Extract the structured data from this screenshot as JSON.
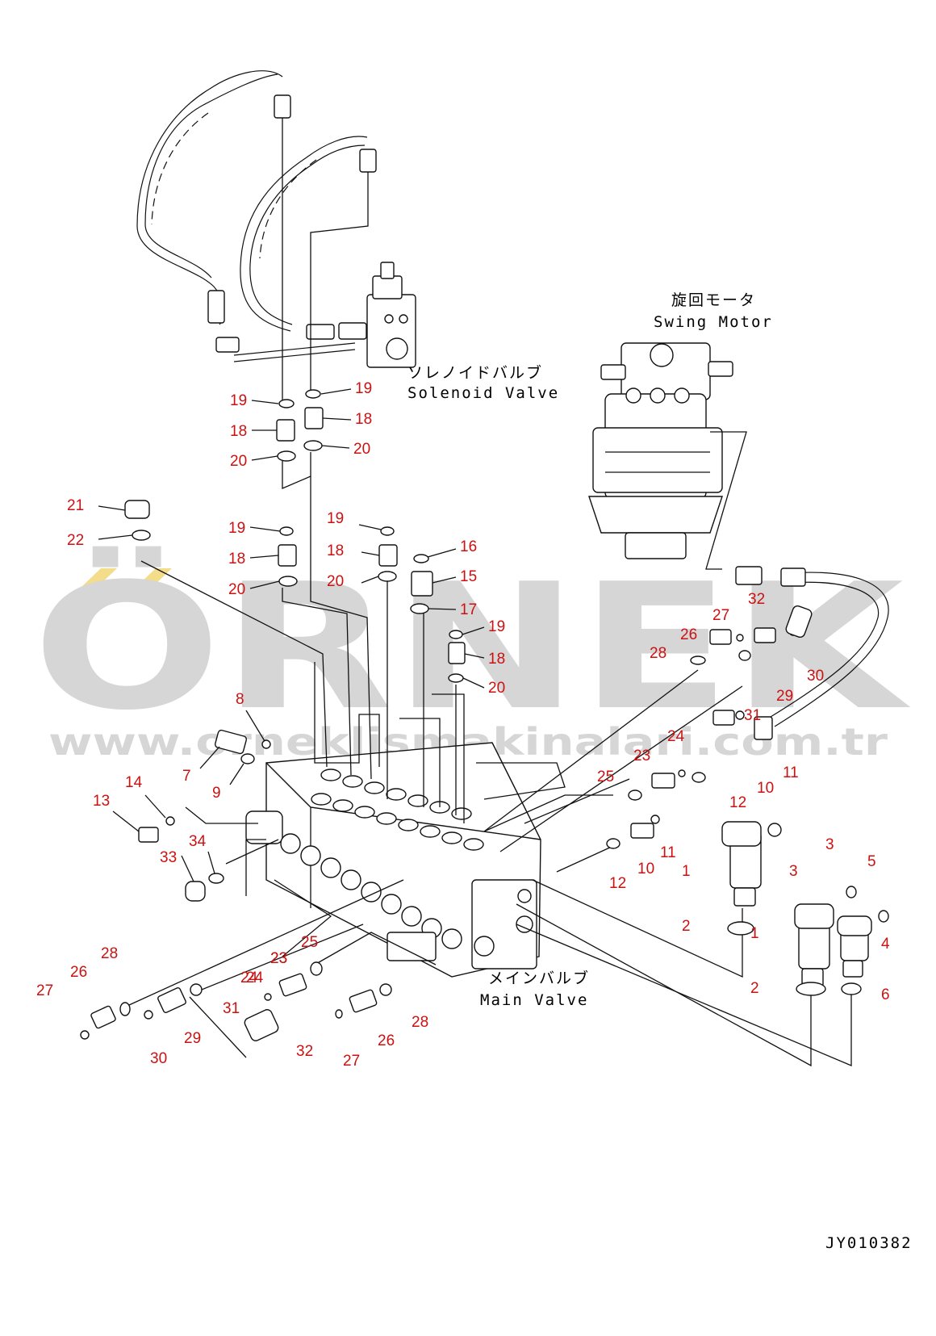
{
  "watermark": {
    "brand": "ÖRNEK",
    "url": "www.orneklismakinalari.com.tr"
  },
  "captions": {
    "solenoid_jp": "ソレノイドバルブ",
    "solenoid_en": "Solenoid Valve",
    "swing_jp": "旋回モータ",
    "swing_en": "Swing Motor",
    "main_jp": "メインバルブ",
    "main_en": "Main Valve"
  },
  "drawing_id": "JY010382",
  "callouts": [
    "19",
    "19",
    "18",
    "18",
    "20",
    "20",
    "21",
    "22",
    "19",
    "19",
    "18",
    "18",
    "16",
    "15",
    "20",
    "20",
    "17",
    "19",
    "18",
    "20",
    "8",
    "7",
    "9",
    "14",
    "13",
    "33",
    "34",
    "32",
    "27",
    "26",
    "28",
    "30",
    "29",
    "31",
    "24",
    "23",
    "25",
    "11",
    "10",
    "12",
    "24",
    "23",
    "11",
    "10",
    "12",
    "1",
    "3",
    "3",
    "5",
    "4",
    "1",
    "2",
    "2",
    "6",
    "28",
    "26",
    "27",
    "29",
    "30",
    "31",
    "24",
    "23",
    "25",
    "32",
    "28",
    "26",
    "27"
  ],
  "colors": {
    "callout": "#cc1111",
    "line": "#111111",
    "watermark": "#d6d6d6",
    "watermark_accent": "#f3dc8a"
  }
}
